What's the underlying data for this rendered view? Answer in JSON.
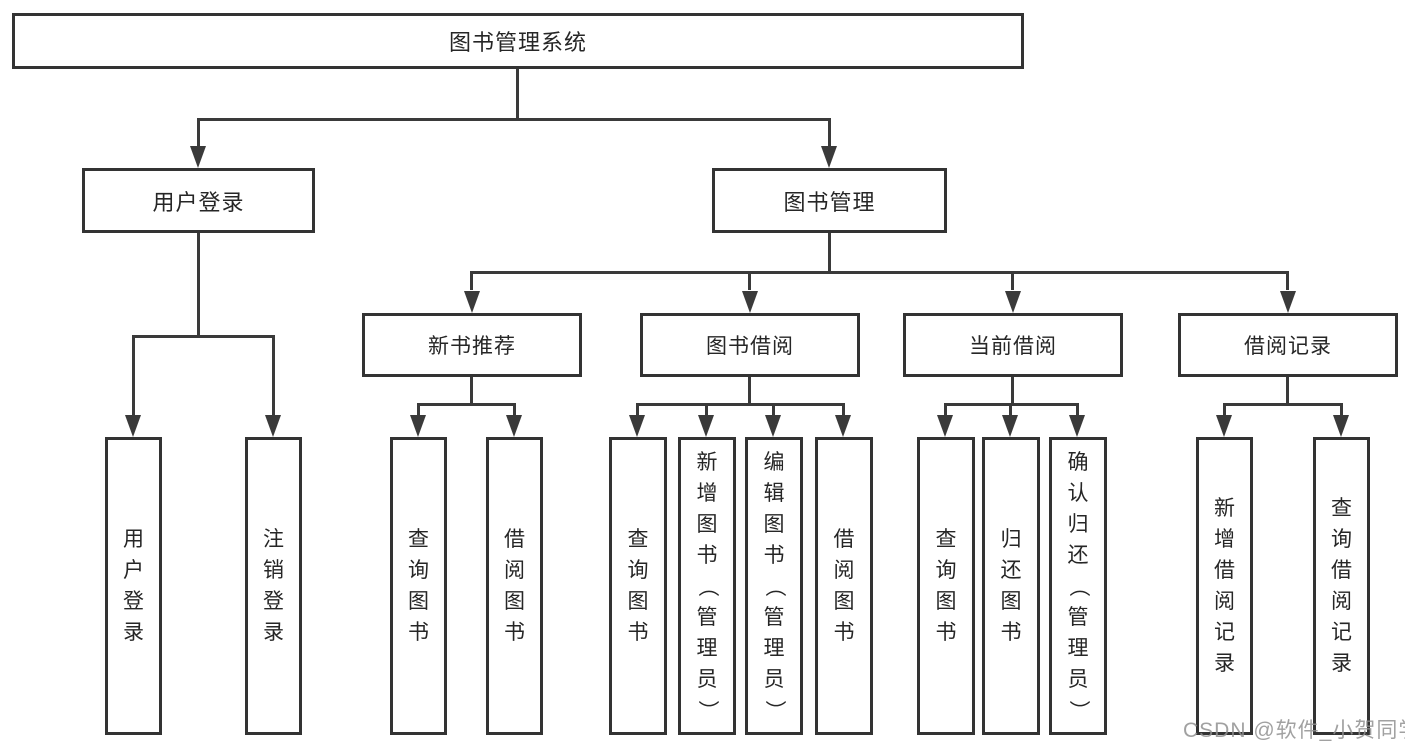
{
  "root_label": "图书管理系统",
  "branches": {
    "login": {
      "label": "用户登录",
      "leaves": [
        "用户登录",
        "注销登录"
      ]
    },
    "manage": {
      "label": "图书管理",
      "groups": {
        "recommend": {
          "label": "新书推荐",
          "leaves": [
            "查询图书",
            "借阅图书"
          ]
        },
        "borrow": {
          "label": "图书借阅",
          "leaves": [
            "查询图书",
            "新增图书（管理员）",
            "编辑图书（管理员）",
            "借阅图书"
          ]
        },
        "current": {
          "label": "当前借阅",
          "leaves": [
            "查询图书",
            "归还图书",
            "确认归还（管理员）"
          ]
        },
        "records": {
          "label": "借阅记录",
          "leaves": [
            "新增借阅记录",
            "查询借阅记录"
          ]
        }
      }
    }
  },
  "watermark": "CSDN @软件_小贺同学",
  "colors": {
    "line": "#3a3a3a",
    "border": "#333333",
    "text": "#262626",
    "watermark": "#919191"
  }
}
